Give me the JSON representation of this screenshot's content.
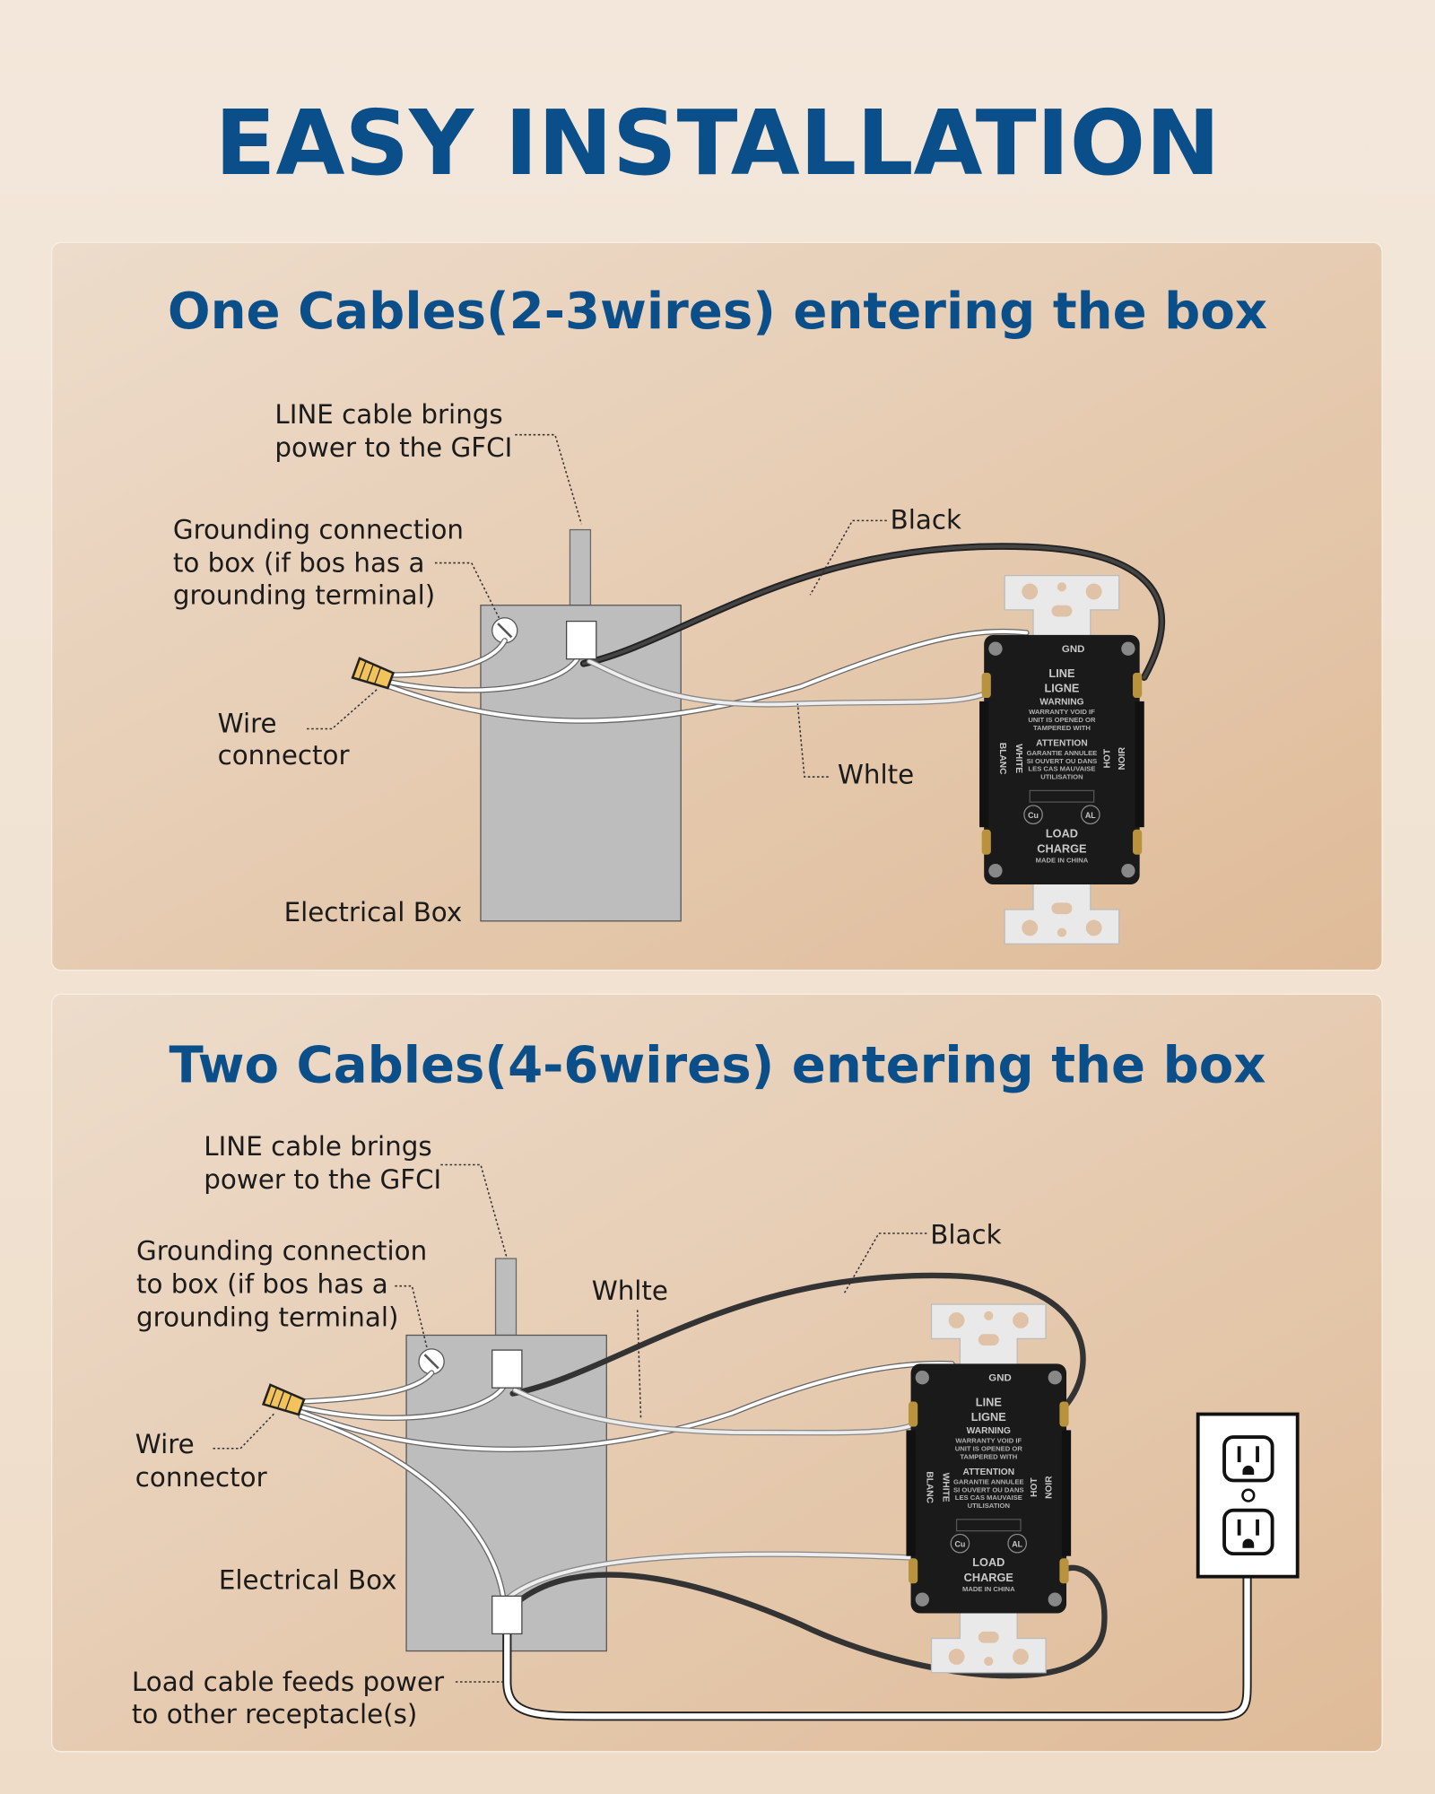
{
  "title": "EASY INSTALLATION",
  "colors": {
    "title": "#0a4f8a",
    "panel": "#e6cfb6",
    "box": "#bdbdbd",
    "gfci_body": "#1a1a1a"
  },
  "panel1": {
    "heading": "One Cables(2-3wires) entering the box",
    "line_label": [
      "LINE cable brings",
      "power to the GFCI"
    ],
    "ground_label": [
      "Grounding connection",
      "to box (if bos has a",
      "grounding terminal)"
    ],
    "connector_label": [
      "Wire",
      "connector"
    ],
    "box_label": "Electrical Box",
    "black_label": "Black",
    "white_label": "Whlte"
  },
  "panel2": {
    "heading": "Two Cables(4-6wires) entering the box",
    "line_label": [
      "LINE cable brings",
      "power to the GFCI"
    ],
    "ground_label": [
      "Grounding connection",
      "to box (if bos has a",
      "grounding terminal)"
    ],
    "connector_label": [
      "Wire",
      "connector"
    ],
    "box_label": "Electrical Box",
    "black_label": "Black",
    "white_label": "Whlte",
    "load_label": [
      "Load cable feeds power",
      "to other receptacle(s)"
    ]
  },
  "gfci": {
    "gnd": "GND",
    "line": "LINE",
    "ligne": "LIGNE",
    "warning": "WARNING",
    "warning_text": [
      "WARRANTY VOID IF",
      "UNIT IS OPENED OR",
      "TAMPERED WITH"
    ],
    "attention": "ATTENTION",
    "attention_text": [
      "GARANTIE ANNULEE",
      "SI OUVERT OU DANS",
      "LES CAS MAUVAISE",
      "UTILISATION"
    ],
    "white": "WHITE",
    "blanc": "BLANC",
    "hot": "HOT",
    "noir": "NOIR",
    "cu": "Cu",
    "al": "AL",
    "load": "LOAD",
    "charge": "CHARGE",
    "made_in": "MADE IN CHINA"
  }
}
